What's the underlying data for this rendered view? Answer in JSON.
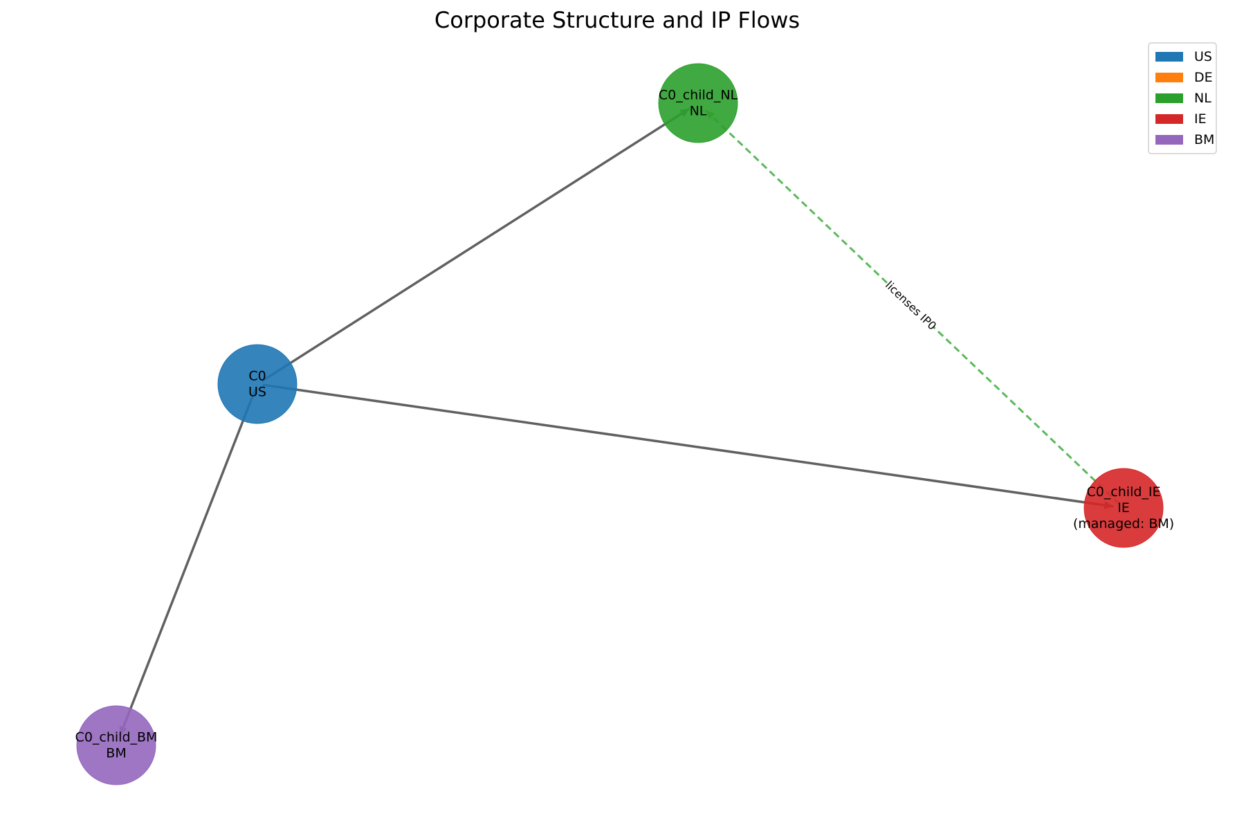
{
  "title": "Corporate Structure and IP Flows",
  "legend": [
    {
      "label": "US",
      "color": "#1f77b4"
    },
    {
      "label": "DE",
      "color": "#ff7f0e"
    },
    {
      "label": "NL",
      "color": "#2ca02c"
    },
    {
      "label": "IE",
      "color": "#d62728"
    },
    {
      "label": "BM",
      "color": "#9467bd"
    }
  ],
  "nodes": [
    {
      "id": "C0",
      "lines": [
        "C0",
        "US"
      ],
      "jurisdiction": "US",
      "color": "#1f77b4"
    },
    {
      "id": "C0_child_NL",
      "lines": [
        "C0_child_NL",
        "NL"
      ],
      "jurisdiction": "NL",
      "color": "#2ca02c"
    },
    {
      "id": "C0_child_IE",
      "lines": [
        "C0_child_IE",
        "IE",
        "(managed: BM)"
      ],
      "jurisdiction": "IE",
      "color": "#d62728"
    },
    {
      "id": "C0_child_BM",
      "lines": [
        "C0_child_BM",
        "BM"
      ],
      "jurisdiction": "BM",
      "color": "#9467bd"
    }
  ],
  "edges": [
    {
      "from": "C0",
      "to": "C0_child_NL",
      "style": "solid",
      "color": "#606060"
    },
    {
      "from": "C0",
      "to": "C0_child_IE",
      "style": "solid",
      "color": "#606060"
    },
    {
      "from": "C0",
      "to": "C0_child_BM",
      "style": "solid",
      "color": "#606060"
    },
    {
      "from": "C0_child_IE",
      "to": "C0_child_NL",
      "style": "dashed",
      "color": "#5cb85c",
      "label": "licenses IP0"
    }
  ]
}
